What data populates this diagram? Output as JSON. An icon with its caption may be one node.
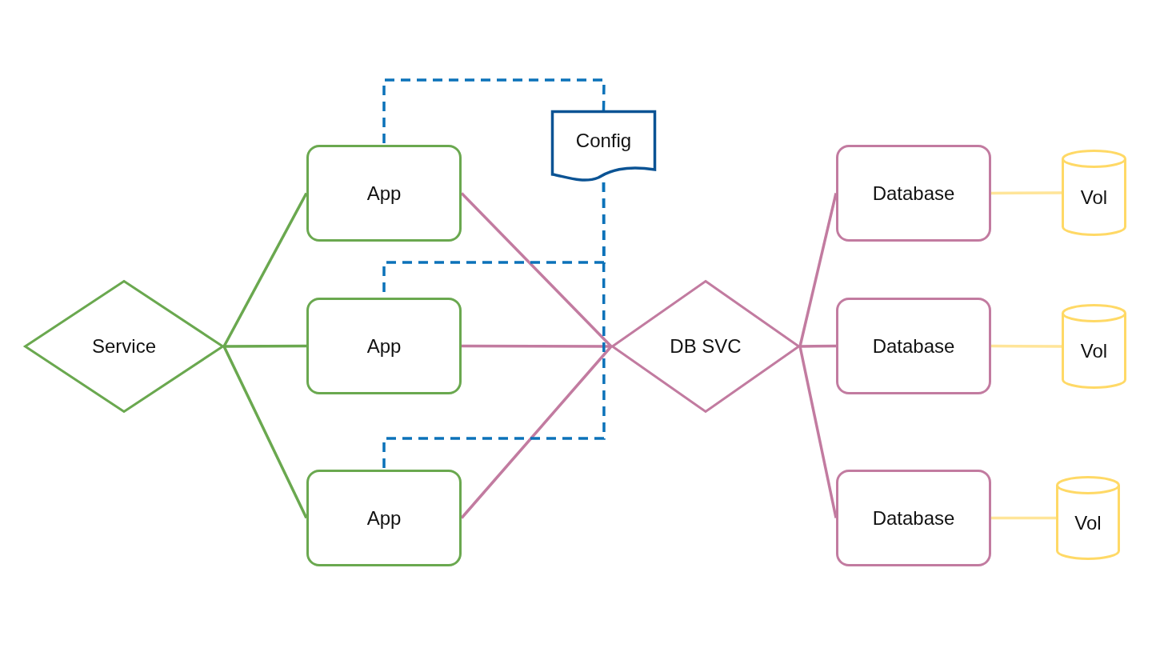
{
  "diagram": {
    "nodes": [
      {
        "text": [
          "Service"
        ]
      },
      {
        "text": [
          "App"
        ]
      },
      {
        "text": [
          "App"
        ]
      },
      {
        "text": [
          "App"
        ]
      },
      {
        "text": [
          "Config"
        ]
      },
      {
        "text": [
          "DB SVC"
        ]
      },
      {
        "text": [
          "Database"
        ]
      },
      {
        "text": [
          "Vol"
        ]
      },
      {
        "text": [
          "Database"
        ]
      },
      {
        "text": [
          "Vol"
        ]
      },
      {
        "text": [
          "Database"
        ]
      },
      {
        "text": [
          "Vol"
        ]
      }
    ],
    "edges": [
      {
        "from": 0,
        "to": 1,
        "arrow": "none",
        "color": "#6aa84f"
      },
      {
        "from": 0,
        "to": 2,
        "arrow": "none",
        "color": "#6aa84f"
      },
      {
        "from": 0,
        "to": 3,
        "arrow": "none",
        "color": "#6aa84f"
      },
      {
        "from": 1,
        "to": 5,
        "arrow": "none"
      },
      {
        "from": 2,
        "to": 5,
        "arrow": "none"
      },
      {
        "from": 3,
        "to": 5,
        "arrow": "none"
      },
      {
        "from": 5,
        "to": 6,
        "arrow": "none"
      },
      {
        "from": 5,
        "to": 8,
        "arrow": "none"
      },
      {
        "from": 5,
        "to": 10,
        "arrow": "none"
      },
      {
        "from": 6,
        "to": 7,
        "arrow": "none",
        "color": "#ffe599"
      },
      {
        "from": 8,
        "to": 9,
        "arrow": "none",
        "color": "#ffe599"
      },
      {
        "from": 10,
        "to": 11,
        "arrow": "none",
        "color": "#ffe599"
      },
      {
        "from": 4,
        "to": 1,
        "arrow": "none",
        "style": "dashed",
        "color": "#0b72b9"
      },
      {
        "from": 4,
        "to": 2,
        "arrow": "none",
        "style": "dashed",
        "color": "#0b72b9"
      },
      {
        "from": 4,
        "to": 3,
        "arrow": "none",
        "style": "dashed",
        "color": "#0b72b9"
      }
    ]
  }
}
